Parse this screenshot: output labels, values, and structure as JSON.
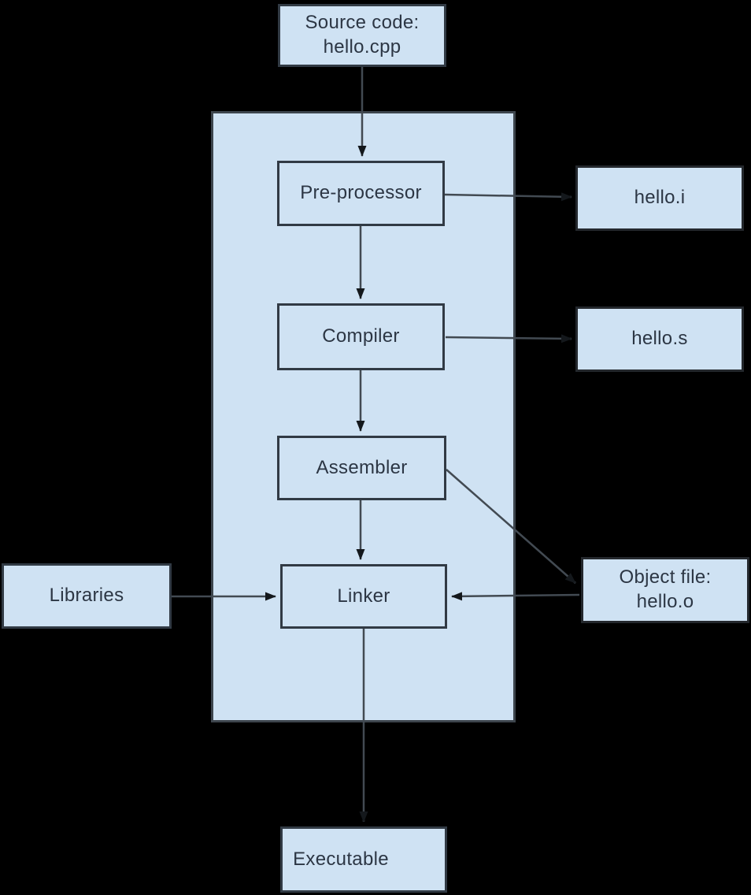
{
  "nodes": {
    "source": {
      "label": "Source code:\nhello.cpp"
    },
    "preprocessor": {
      "label": "Pre-processor"
    },
    "hello_i": {
      "label": "hello.i"
    },
    "compiler": {
      "label": "Compiler"
    },
    "hello_s": {
      "label": "hello.s"
    },
    "assembler": {
      "label": "Assembler"
    },
    "object_file": {
      "label": "Object file:\nhello.o"
    },
    "libraries": {
      "label": "Libraries"
    },
    "linker": {
      "label": "Linker"
    },
    "executable": {
      "label": "Executable"
    }
  },
  "edges": [
    {
      "from": "source",
      "to": "preprocessor"
    },
    {
      "from": "preprocessor",
      "to": "compiler"
    },
    {
      "from": "preprocessor",
      "to": "hello_i"
    },
    {
      "from": "compiler",
      "to": "assembler"
    },
    {
      "from": "compiler",
      "to": "hello_s"
    },
    {
      "from": "assembler",
      "to": "linker"
    },
    {
      "from": "assembler",
      "to": "object_file"
    },
    {
      "from": "object_file",
      "to": "linker"
    },
    {
      "from": "libraries",
      "to": "linker"
    },
    {
      "from": "linker",
      "to": "executable"
    }
  ],
  "colors": {
    "background": "#000000",
    "node_fill": "#cfe2f3",
    "node_border": "#313a44",
    "container_border": "#3d454d",
    "arrow_line": "#424a52",
    "arrow_head": "#14181c",
    "text": "#2c3644"
  }
}
